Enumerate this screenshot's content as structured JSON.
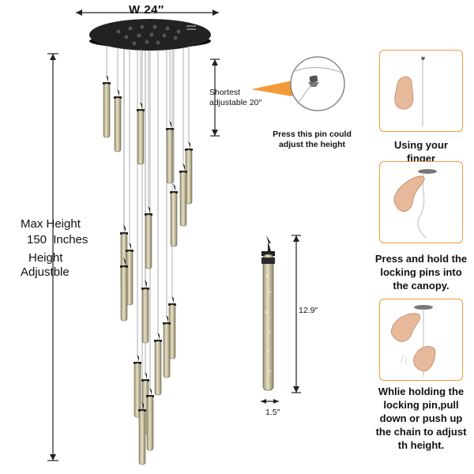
{
  "dimensions": {
    "width": "W 24″",
    "max_height_title": "Max Height",
    "max_height_value": "150",
    "max_height_unit": "Inches",
    "height_adjustable_1": "Height",
    "height_adjustable_2": "Adjustble",
    "shortest_1": "Shortest",
    "shortest_2": "adjustable 20″",
    "pendant_height": "12.9″",
    "pendant_width": "1.5″"
  },
  "pin_caption": {
    "line1": "Press this pin could",
    "line2": "adjust the height"
  },
  "steps": [
    {
      "lines": [
        "Using your finger"
      ]
    },
    {
      "lines": [
        "Press and hold the",
        "locking pins into",
        "the canopy."
      ]
    },
    {
      "lines": [
        "Whlie holding the",
        "locking pin,pull",
        "down or push up",
        "the chain to adjust",
        "th height."
      ]
    }
  ],
  "colors": {
    "accent_orange": "#f29a3a",
    "canopy": "#1c1c1c",
    "glass": "#c9c2a4",
    "skin": "#e7b99a"
  }
}
